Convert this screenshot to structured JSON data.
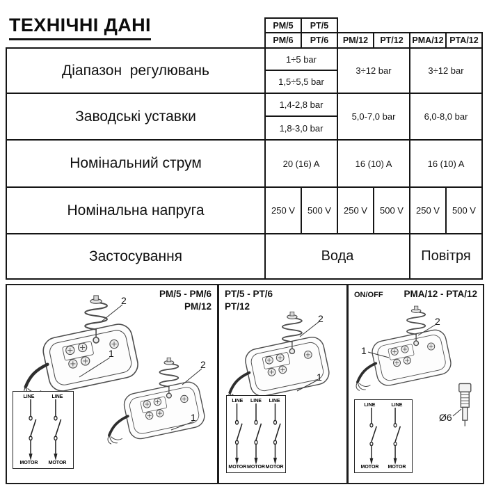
{
  "title": "ТЕХНІЧНІ ДАНІ",
  "table": {
    "headers": {
      "pm5": "PM/5",
      "pt5": "PT/5",
      "pm6": "PM/6",
      "pt6": "PT/6",
      "pm12": "PM/12",
      "pt12": "PT/12",
      "pma12": "PMA/12",
      "pta12": "PTA/12"
    },
    "rows": {
      "range": {
        "label": "Діапазон  регулювань",
        "c1a": "1÷5 bar",
        "c1b": "1,5÷5,5 bar",
        "c2": "3÷12 bar",
        "c3": "3÷12 bar"
      },
      "factory": {
        "label": "Заводські уставки",
        "c1a": "1,4-2,8 bar",
        "c1b": "1,8-3,0 bar",
        "c2": "5,0-7,0 bar",
        "c3": "6,0-8,0 bar"
      },
      "current": {
        "label": "Номінальний струм",
        "c1": "20 (16) A",
        "c2": "16 (10) A",
        "c3": "16 (10) A"
      },
      "voltage": {
        "label": "Номінальна напруга",
        "v": [
          "250 V",
          "500 V",
          "250 V",
          "500 V",
          "250 V",
          "500 V"
        ]
      },
      "application": {
        "label": "Застосування",
        "water": "Вода",
        "air": "Повітря"
      }
    }
  },
  "panels": {
    "a": {
      "title_line1": "PM/5 - PM/6",
      "title_line2": "PM/12",
      "callout_1": "1",
      "callout_2": "2",
      "wiring": {
        "top": [
          "LINE",
          "LINE"
        ],
        "bottom": [
          "MOTOR",
          "MOTOR"
        ]
      }
    },
    "b": {
      "title_line1": "PT/5 - PT/6",
      "title_line2": "PT/12",
      "callout_1": "1",
      "callout_2": "2",
      "wiring": {
        "top": [
          "LINE",
          "LINE",
          "LINE"
        ],
        "bottom": [
          "MOTOR",
          "MOTOR",
          "MOTOR"
        ]
      }
    },
    "c": {
      "title_line1": "PMA/12 - PTA/12",
      "on_off": "ON/OFF",
      "callout_1": "1",
      "callout_2": "2",
      "diameter": "Ø6",
      "wiring": {
        "top": [
          "LINE",
          "LINE"
        ],
        "bottom": [
          "MOTOR",
          "MOTOR"
        ]
      }
    }
  }
}
